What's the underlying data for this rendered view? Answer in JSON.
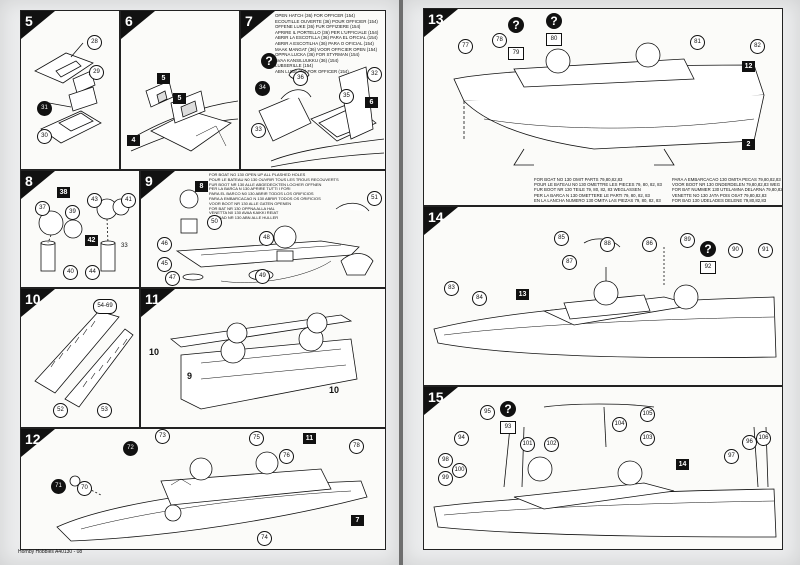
{
  "steps": {
    "s5": {
      "number": "5",
      "callouts": [
        "28",
        "29",
        "31",
        "30"
      ]
    },
    "s6": {
      "number": "6",
      "callouts": [
        "5",
        "5",
        "4"
      ]
    },
    "s7": {
      "number": "7",
      "callouts": [
        "32",
        "34",
        "36",
        "35",
        "33",
        "6"
      ],
      "notes": "OPEN HATCH (36) FOR OFFICER (154)\nECOUTILLE OUVERTE (36) POUR OFFICIER (154)\nOFFENE LUKE (36) FUR OFFIZIERE (154)\nAPRIRE IL PORTELLO (36) PER L'UFFICIALE (154)\nABRIR LA ESCOTILLA (36) PARA EL OFICIAL (154)\nABRIR A ESCOTILHA (36) PARA O OFICIAL (154)\nMAAK MANGAT (36) VOOR OFFICIER OPEN (154)\nOPPNA LUCKA (36) FOR STYRMAN (154)\nAVAA KANSILUUKKU (36) (154)\nLUBSERILLE (154)\nABN LUGE (36) FOR OFFICER (154)"
    },
    "s8": {
      "number": "8",
      "callouts": [
        "37",
        "38",
        "39",
        "43",
        "41",
        "42",
        "40",
        "44",
        "33"
      ],
      "black_labels": [
        "38",
        "42"
      ]
    },
    "s9": {
      "number": "9",
      "callouts": [
        "8",
        "50",
        "48",
        "46",
        "45",
        "47",
        "49",
        "51"
      ],
      "notes": "FOR BOAT NO 130 OPEN UP ALL PLASHED HOLES\nPOUR LE BATEAU N0 130 OUVRIR TOUS LES TROUS RECOUVERTS\nFUR BOOT NR 130 ALLE ABGEDECKTEN LOCHER OFFNEN\nPER LA BARCA N 130 APRIRE TUTTI I FORI\nPARA EL BARCO N0 130 ABRIR TODOS LOS ORIFICIOS\nPARA A EMBARCACAO N 130 ABRIR TODOS OS ORIFICIOS\nVOOR BOOT NR 130 ALLE GATEN OPENEN\nFOR BAT NR 130 OPPNA ALLA HAL\nVENETTA N0 130 AVAA KAIKKI REIAT\nFOR BAD NR 130 ABN ALLE HULLER"
    },
    "s10": {
      "number": "10",
      "callouts": [
        "54-69",
        "52",
        "53"
      ]
    },
    "s11": {
      "number": "11",
      "callouts": [
        "10",
        "9",
        "10"
      ]
    },
    "s12": {
      "number": "12",
      "callouts": [
        "72",
        "73",
        "75",
        "76",
        "11",
        "78",
        "71",
        "70",
        "74",
        "7"
      ]
    },
    "s13": {
      "number": "13",
      "callouts": [
        "77",
        "78",
        "80",
        "81",
        "82",
        "12",
        "2",
        "79"
      ],
      "notes_left": "FOR BOAT NO 130 OMIT PARTS 79,80,82,83\nPOUR LE BATEAU N0 130 OMETTRE LES PIECES 79, 80, 82, 83\nFUR BOOT NR 130 TEILE 79, 80, 82, 83 WEGLASSEN\nPER LA BARCA N 130 OMETTERE LE PARTI 79, 80, 82, 83\nEN LA LANCHA NUMERO 130 OMITA LAS PIEZAS 79, 80, 82, 83",
      "notes_right": "PARA A EMBARCACAO 130 OMITA PECAS 79,80,82,83\nVOOR BOOT NR 130 ONDERDELEN 79,80,82,83 WEG\nFOR BAT NUMMER 130 UTELAMNA DELARNA 79,80,82,83\nVENETTE NO 130 JATA POIS OSAT 79,80,82,83\nFOR BAD 130 UDELADES DELENE 79,80,82,83"
    },
    "s14": {
      "number": "14",
      "callouts": [
        "85",
        "88",
        "86",
        "87",
        "89",
        "90",
        "91",
        "92",
        "83",
        "84",
        "13"
      ]
    },
    "s15": {
      "number": "15",
      "callouts": [
        "95",
        "93",
        "94",
        "101",
        "102",
        "103",
        "104",
        "105",
        "98",
        "99",
        "100",
        "96",
        "97",
        "106",
        "14"
      ]
    }
  },
  "footer": "Hornby Hobbies A40130 - 08",
  "colors": {
    "ink": "#111111",
    "paper": "#fbfbf9",
    "page": "#ebeced",
    "background": "#6e6e6e"
  }
}
